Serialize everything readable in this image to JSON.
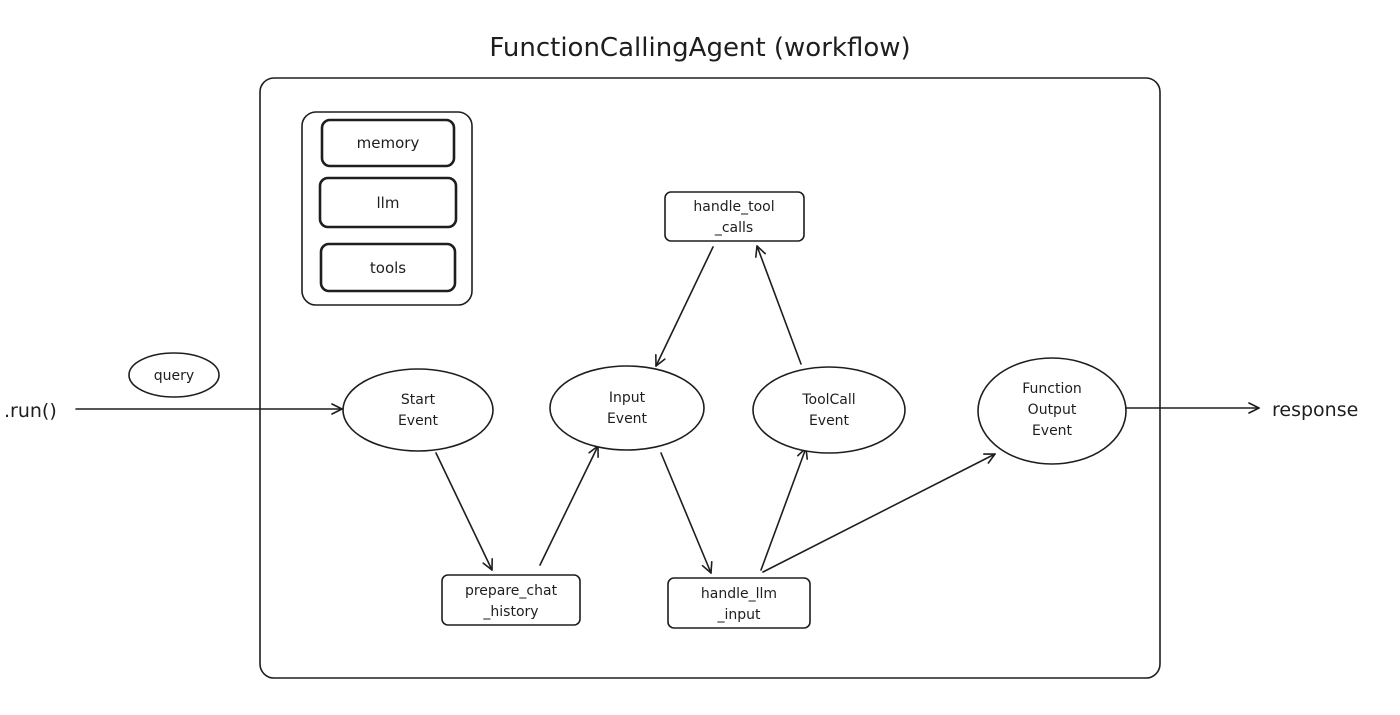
{
  "title": "FunctionCallingAgent (workflow)",
  "components": {
    "memory": "memory",
    "llm": "llm",
    "tools": "tools"
  },
  "inputs": {
    "run": ".run()",
    "query": "query"
  },
  "output": {
    "response": "response"
  },
  "events": {
    "start": [
      "Start",
      "Event"
    ],
    "input": [
      "Input",
      "Event"
    ],
    "toolcall": [
      "ToolCall",
      "Event"
    ],
    "function_output": [
      "Function",
      "Output",
      "Event"
    ]
  },
  "steps": {
    "prepare_chat_history": [
      "prepare_chat",
      "_history"
    ],
    "handle_llm_input": [
      "handle_llm",
      "_input"
    ],
    "handle_tool_calls": [
      "handle_tool",
      "_calls"
    ]
  },
  "edges": [
    {
      "from": ".run()",
      "to": "Start Event"
    },
    {
      "from": "Start Event",
      "to": "prepare_chat_history"
    },
    {
      "from": "prepare_chat_history",
      "to": "Input Event"
    },
    {
      "from": "Input Event",
      "to": "handle_llm_input"
    },
    {
      "from": "handle_llm_input",
      "to": "ToolCall Event"
    },
    {
      "from": "handle_llm_input",
      "to": "Function Output Event"
    },
    {
      "from": "ToolCall Event",
      "to": "handle_tool_calls"
    },
    {
      "from": "handle_tool_calls",
      "to": "Input Event"
    },
    {
      "from": "Function Output Event",
      "to": "response"
    }
  ]
}
